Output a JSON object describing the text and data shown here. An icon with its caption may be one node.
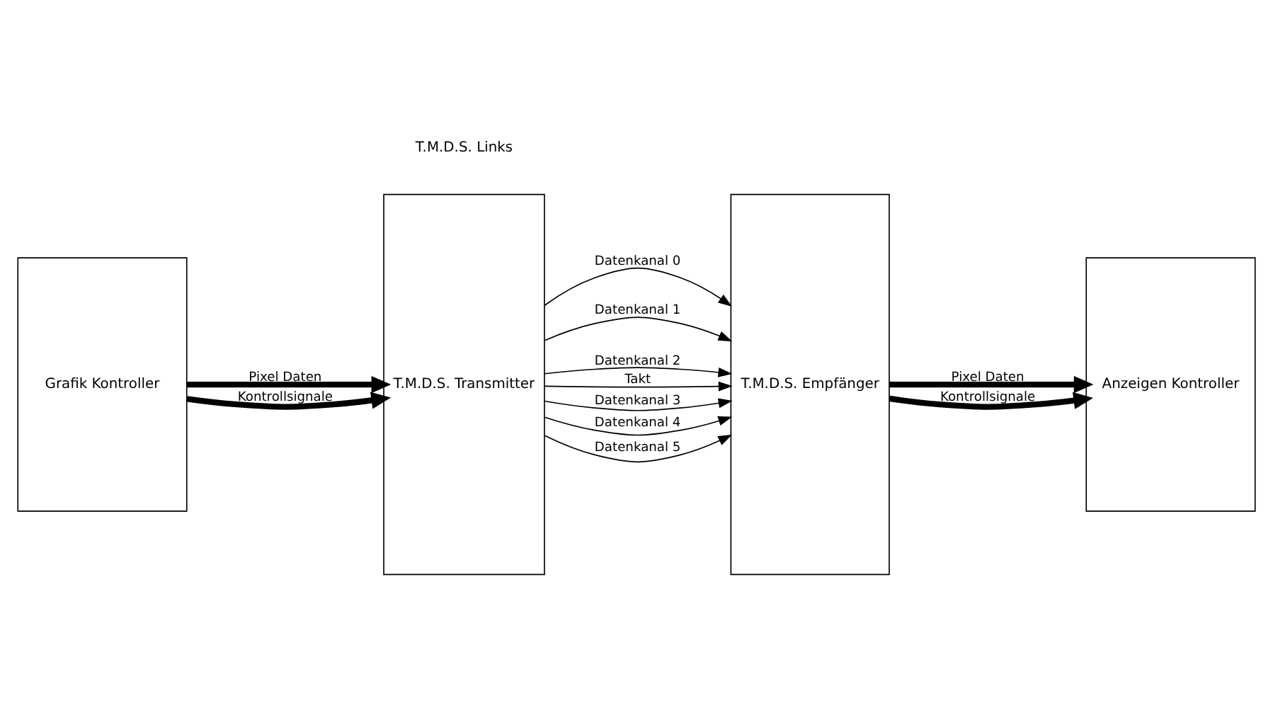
{
  "diagram": {
    "nodes": [
      {
        "text": [
          "Grafik Kontroller"
        ]
      },
      {
        "text": [
          "T.M.D.S. Transmitter"
        ]
      },
      {
        "text": [
          "T.M.D.S. Empfänger"
        ]
      },
      {
        "text": [
          "Anzeigen Kontroller"
        ]
      }
    ],
    "edges": [
      {
        "from": 0,
        "to": 1,
        "arrow": "to",
        "label": "Pixel Daten",
        "style": "thick"
      },
      {
        "from": 0,
        "to": 1,
        "arrow": "to",
        "label": "Kontrollsignale",
        "style": "thick"
      },
      {
        "from": 1,
        "to": 2,
        "arrow": "to",
        "label": "Datenkanal 0"
      },
      {
        "from": 1,
        "to": 2,
        "arrow": "to",
        "label": "Datenkanal 1"
      },
      {
        "from": 1,
        "to": 2,
        "arrow": "to",
        "label": "Datenkanal 2"
      },
      {
        "from": 1,
        "to": 2,
        "arrow": "to",
        "label": "Takt"
      },
      {
        "from": 1,
        "to": 2,
        "arrow": "to",
        "label": "Datenkanal 3"
      },
      {
        "from": 1,
        "to": 2,
        "arrow": "to",
        "label": "Datenkanal 4"
      },
      {
        "from": 1,
        "to": 2,
        "arrow": "to",
        "label": "Datenkanal 5"
      },
      {
        "from": 2,
        "to": 3,
        "arrow": "to",
        "label": "Pixel Daten",
        "style": "thick"
      },
      {
        "from": 2,
        "to": 3,
        "arrow": "to",
        "label": "Kontrollsignale",
        "style": "thick"
      }
    ],
    "labels": [
      "T.M.D.S. Links"
    ]
  }
}
